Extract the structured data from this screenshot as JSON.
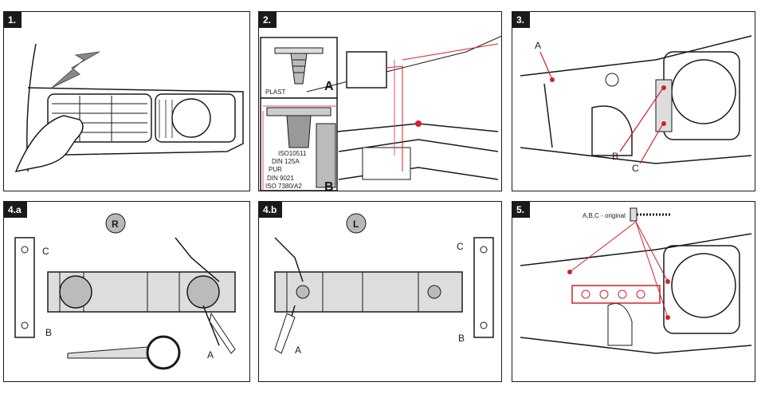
{
  "panels": {
    "p1": {
      "number": "1."
    },
    "p2": {
      "number": "2.",
      "label_a": "A",
      "label_b": "B",
      "plast": "PLAST",
      "specs": [
        "ISO10511",
        "DIN 125A",
        "PUR",
        "DIN 9021",
        "ISO 7380/A2"
      ]
    },
    "p3": {
      "number": "3.",
      "label_a": "A",
      "label_b": "B",
      "label_c": "C"
    },
    "p4a": {
      "number": "4.a",
      "side": "R",
      "label_a": "A",
      "label_b": "B",
      "label_c": "C"
    },
    "p4b": {
      "number": "4.b",
      "side": "L",
      "label_a": "A",
      "label_b": "B",
      "label_c": "C"
    },
    "p5": {
      "number": "5.",
      "screw_note": "A,B,C - original"
    }
  },
  "colors": {
    "line": "#1a1a1a",
    "accent": "#d4202a",
    "pink": "#e04a8c",
    "grey": "#cfcfcf",
    "badge": "#b8b8b8"
  }
}
